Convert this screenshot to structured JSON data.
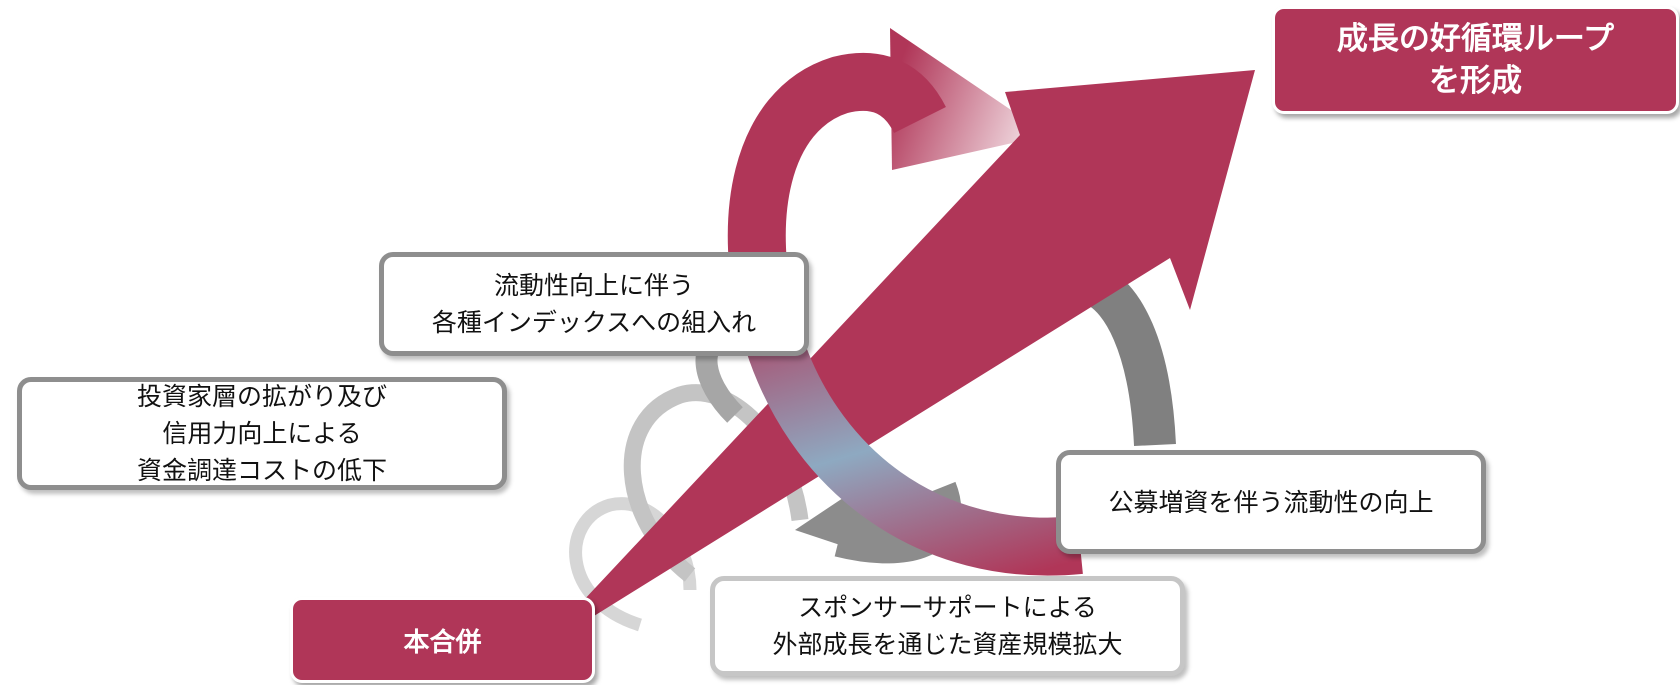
{
  "colors": {
    "accent": "#b03658",
    "gray_dark": "#808080",
    "gray_mid": "#a6a6a6",
    "gray_light": "#d0d0d0",
    "blue_gray": "#8ea9c1"
  },
  "start_label": "本合併",
  "goal_lines": [
    "成長の好循環ループ",
    "を形成"
  ],
  "boxes": {
    "investor": [
      "投資家層の拡がり及び",
      "信用力向上による",
      "資金調達コストの低下"
    ],
    "index": [
      "流動性向上に伴う",
      "各種インデックスへの組入れ"
    ],
    "sponsor": [
      "スポンサーサポートによる",
      "外部成長を通じた資産規模拡大"
    ],
    "offering": [
      "公募増資を伴う流動性の向上"
    ]
  }
}
